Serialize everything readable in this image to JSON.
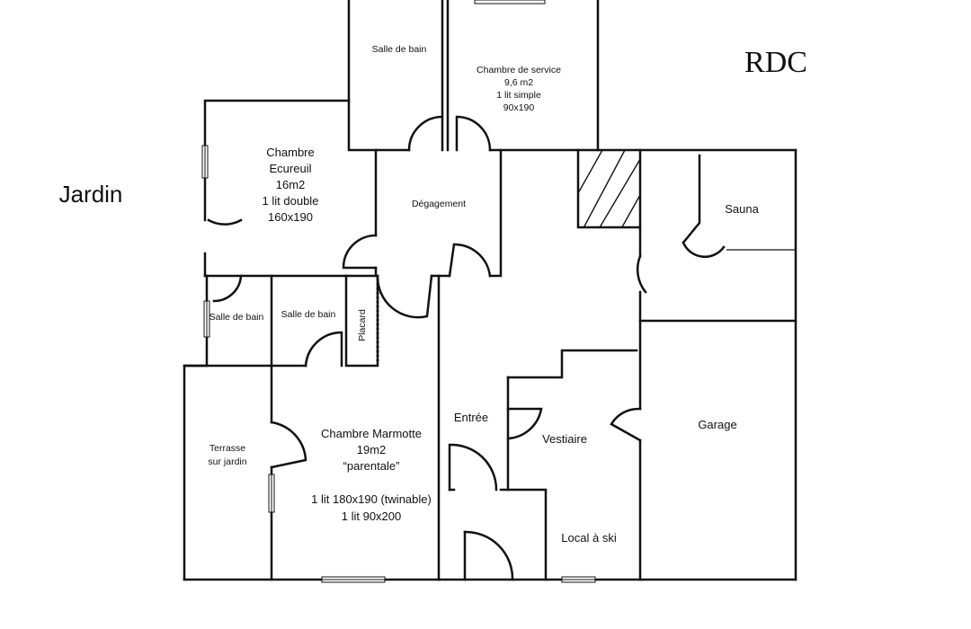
{
  "title": "RDC",
  "outside": {
    "garden": "Jardin"
  },
  "rooms": {
    "salle_de_bain_nord": [
      "Salle de bain"
    ],
    "chambre_service": [
      "Chambre de service",
      "9,6 m2",
      "1 lit simple",
      "90x190"
    ],
    "chambre_ecureuil": [
      "Chambre",
      "Ecureuil",
      "16m2",
      "1 lit double",
      "160x190"
    ],
    "degagement": [
      "Dégagement"
    ],
    "sauna": [
      "Sauna"
    ],
    "salle_de_bain_ouest": [
      "Salle de bain"
    ],
    "salle_de_bain_centre": [
      "Salle de bain"
    ],
    "placard": [
      "Placard"
    ],
    "terrasse": [
      "Terrasse",
      "sur jardin"
    ],
    "chambre_marmotte": [
      "Chambre Marmotte",
      "19m2",
      "“parentale”",
      "",
      "1 lit 180x190 (twinable)",
      "1 lit 90x200"
    ],
    "entree": [
      "Entrée"
    ],
    "vestiaire": [
      "Vestiaire"
    ],
    "garage": [
      "Garage"
    ],
    "local_ski": [
      "Local à ski"
    ]
  }
}
